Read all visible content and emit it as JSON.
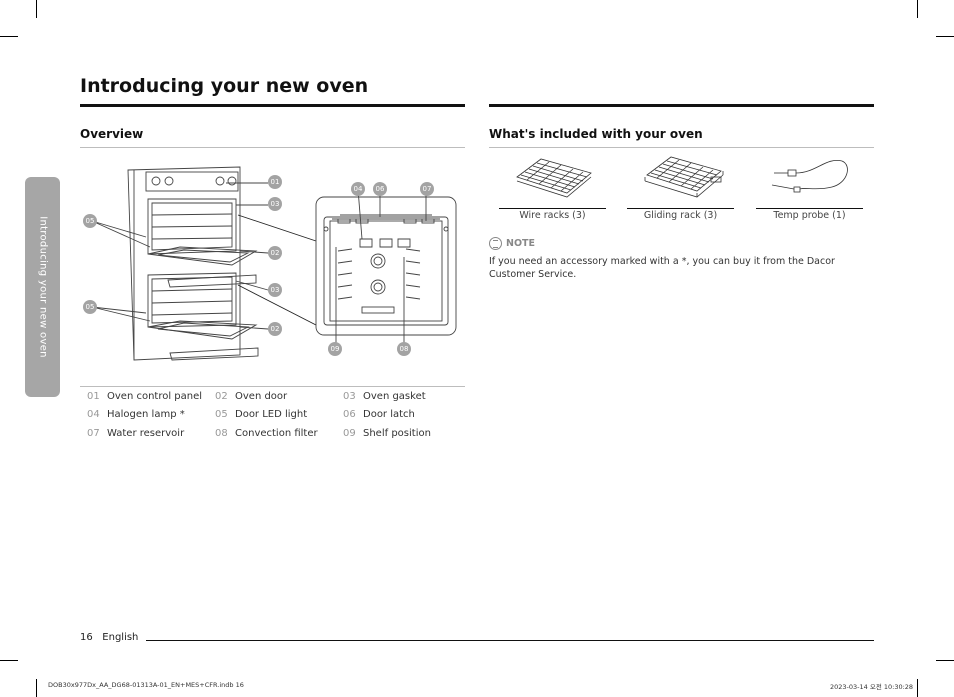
{
  "side_tab": "Introducing your new oven",
  "page_title": "Introducing your new oven",
  "overview": {
    "title": "Overview",
    "callouts": [
      "01",
      "02",
      "03",
      "04",
      "05",
      "06",
      "07",
      "08",
      "09"
    ]
  },
  "parts": [
    {
      "num": "01",
      "label": "Oven control panel"
    },
    {
      "num": "02",
      "label": "Oven door"
    },
    {
      "num": "03",
      "label": "Oven gasket"
    },
    {
      "num": "04",
      "label": "Halogen lamp *"
    },
    {
      "num": "05",
      "label": "Door LED light"
    },
    {
      "num": "06",
      "label": "Door latch"
    },
    {
      "num": "07",
      "label": "Water reservoir"
    },
    {
      "num": "08",
      "label": "Convection filter"
    },
    {
      "num": "09",
      "label": "Shelf position"
    }
  ],
  "included": {
    "title": "What's included with your oven",
    "items": [
      {
        "label": "Wire racks (3)",
        "icon": "wire-rack-icon"
      },
      {
        "label": "Gliding rack (3)",
        "icon": "gliding-rack-icon"
      },
      {
        "label": "Temp probe (1)",
        "icon": "temp-probe-icon"
      }
    ]
  },
  "note": {
    "heading": "NOTE",
    "text": "If you need an accessory marked with a *, you can buy it from the Dacor Customer Service."
  },
  "footer": {
    "page_number": "16",
    "language": "English",
    "print_left": "DOB30x977Dx_AA_DG68-01313A-01_EN+MES+CFR.indb   16",
    "print_right": "2023-03-14   오전 10:30:28"
  }
}
